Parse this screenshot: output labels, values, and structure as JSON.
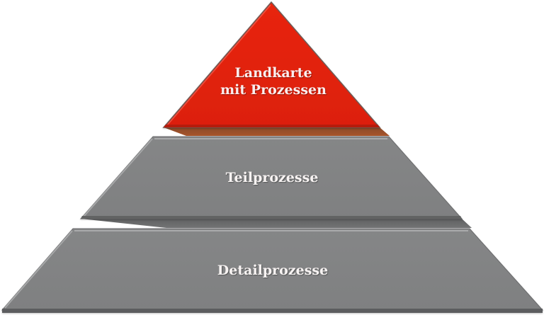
{
  "diagram": {
    "type": "pyramid",
    "levels": [
      {
        "id": "top",
        "line1": "Landkarte",
        "line2": "mit Prozessen",
        "color": "#e0200f"
      },
      {
        "id": "middle",
        "label": "Teilprozesse",
        "color": "#838485"
      },
      {
        "id": "bottom",
        "label": "Detailprozesse",
        "color": "#838485"
      }
    ]
  }
}
